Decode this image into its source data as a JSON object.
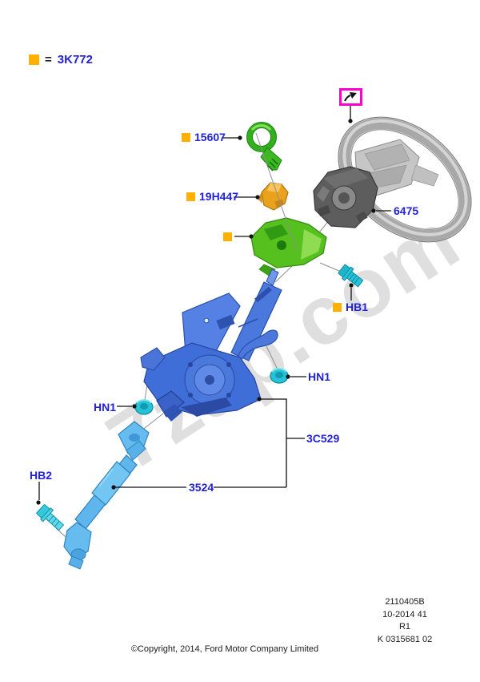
{
  "legend": {
    "equals_sign": "=",
    "part_number": "3K772",
    "marker_color": "#FFB000"
  },
  "nav": {
    "icon": "diagram-nav-arrow-icon"
  },
  "callouts": {
    "p15607": {
      "label": "15607",
      "marker": true
    },
    "p19H447": {
      "label": "19H447",
      "marker": true
    },
    "p3K772ref": {
      "label": "",
      "marker": true
    },
    "p6475": {
      "label": "6475",
      "marker": false
    },
    "pHB1": {
      "label": "HB1",
      "marker": true
    },
    "pHN1_left": {
      "label": "HN1",
      "marker": false
    },
    "pHN1_right": {
      "label": "HN1",
      "marker": false
    },
    "p3C529": {
      "label": "3C529",
      "marker": false
    },
    "p3524": {
      "label": "3524",
      "marker": false
    },
    "pHB2": {
      "label": "HB2",
      "marker": false
    }
  },
  "stamp": {
    "line1": "2110405B",
    "line2": "10-2014 41",
    "line3": "R1",
    "line4": "K 0315681 02"
  },
  "copyright": "©Copyright, 2014, Ford Motor Company Limited",
  "watermark": "7zap.com",
  "colors": {
    "label_blue": "#2121D9",
    "marker_orange": "#FFB000",
    "highlight_magenta": "#FF00CC",
    "part_green": "#55C01E",
    "part_orange": "#EAA21C",
    "part_dark_gray": "#5D5D5D",
    "part_blue": "#4A78DC",
    "part_cyan": "#26C2D6",
    "part_light_blue": "#5FB6EC"
  }
}
